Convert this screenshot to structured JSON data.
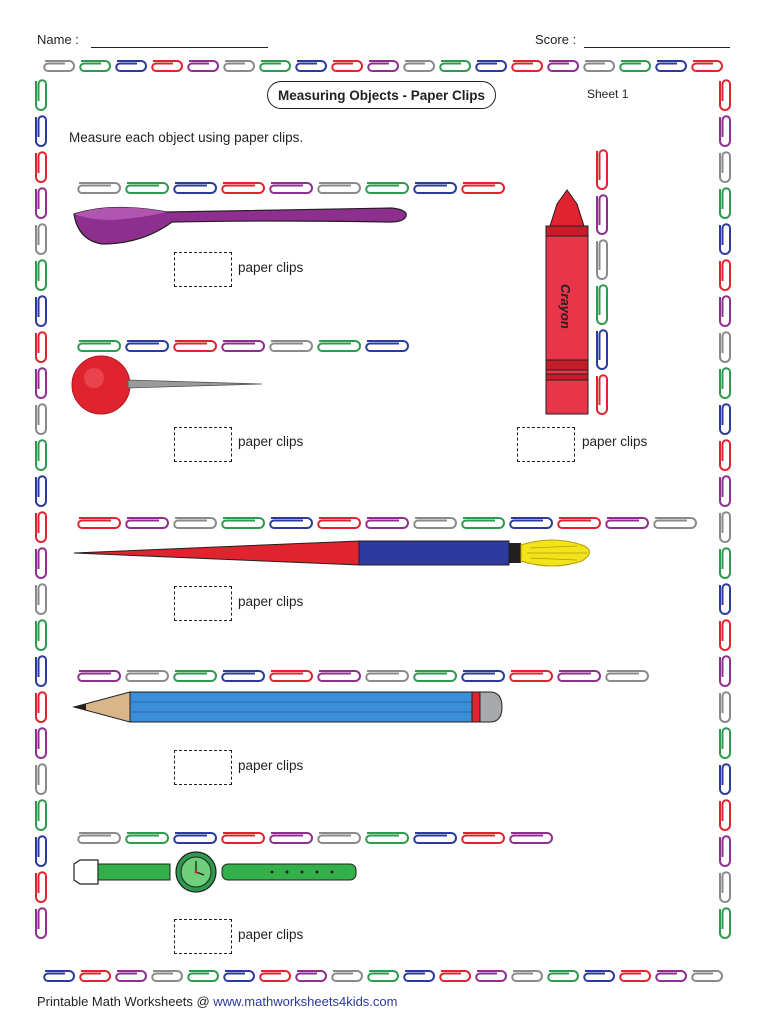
{
  "header": {
    "name_label": "Name :",
    "score_label": "Score :"
  },
  "title": "Measuring Objects - Paper Clips",
  "sheet_label": "Sheet 1",
  "instructions": "Measure each object using paper clips.",
  "answer_unit": "paper clips",
  "objects": [
    {
      "name": "spoon",
      "clip_count": 9
    },
    {
      "name": "push-pin",
      "clip_count": 7
    },
    {
      "name": "crayon",
      "clip_count": 6
    },
    {
      "name": "paintbrush",
      "clip_count": 13
    },
    {
      "name": "pencil",
      "clip_count": 12
    },
    {
      "name": "wristwatch",
      "clip_count": 10
    }
  ],
  "crayon_label": "Crayon",
  "footer": {
    "prefix": "Printable Math Worksheets @ ",
    "link_text": "www.mathworksheets4kids.com"
  },
  "colors": {
    "clip_cycle": [
      "#8a8a8a",
      "#2e9a4f",
      "#2b3a9c",
      "#e0242f",
      "#8e2f8f"
    ],
    "spoon": "#8e2f8f",
    "pin_head": "#e0242f",
    "crayon": "#e0242f",
    "brush_handle_red": "#e0242f",
    "brush_handle_blue": "#2b3a9c",
    "brush_bristles": "#f3e31b",
    "pencil_body": "#3b8fd8",
    "watch_band": "#34b04a",
    "link": "#2b3a9c"
  }
}
